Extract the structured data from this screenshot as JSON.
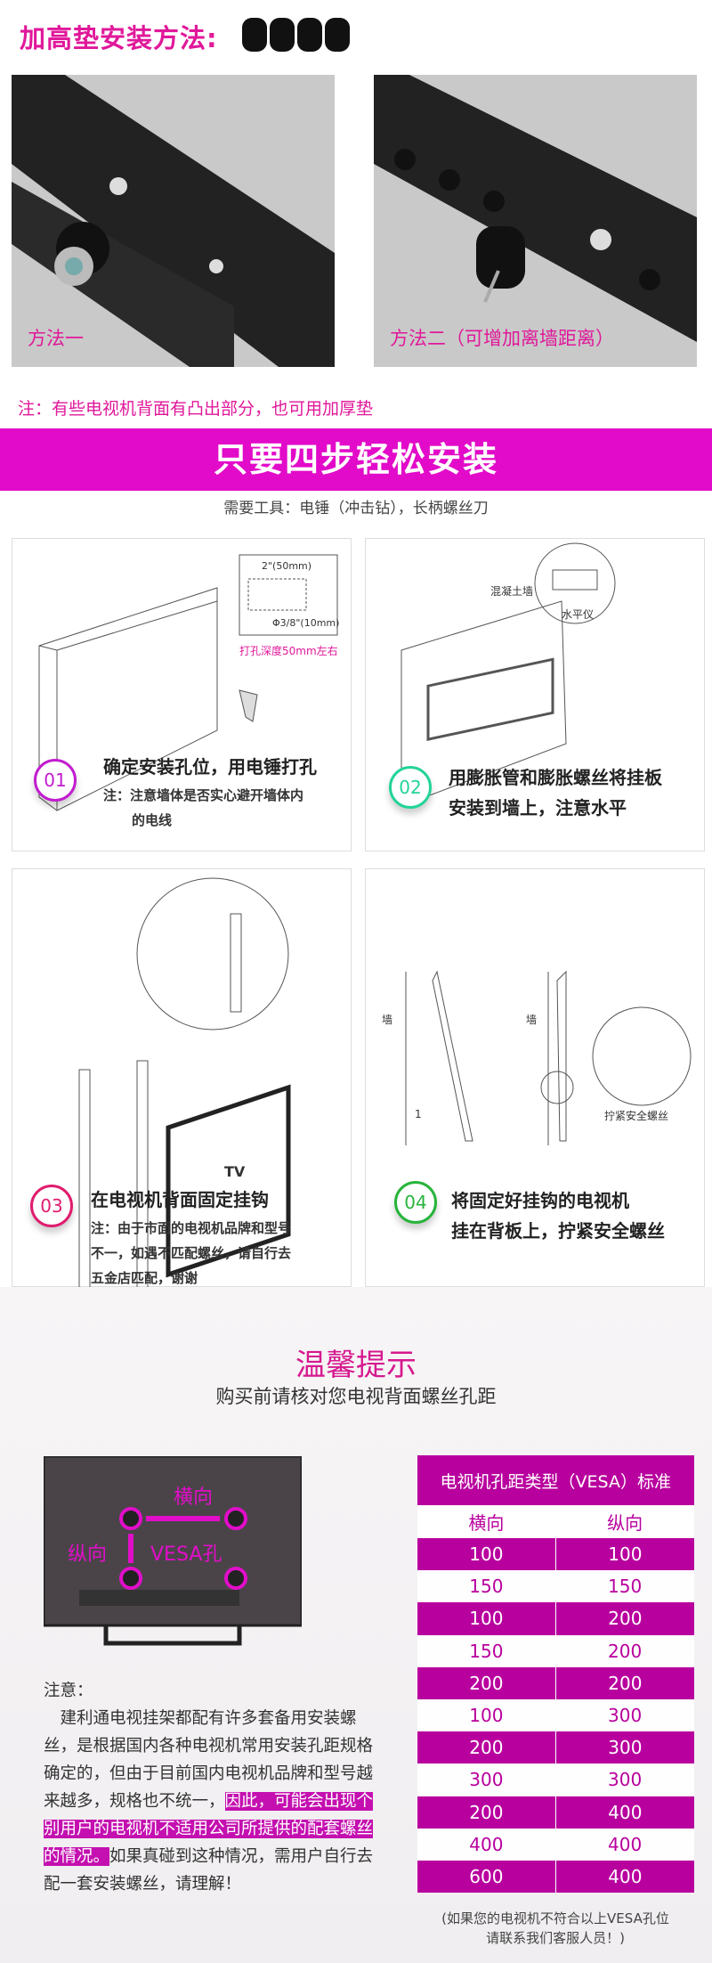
{
  "header": {
    "title": "加高垫安装方法:"
  },
  "photos": [
    {
      "label": "方法一"
    },
    {
      "label": "方法二（可增加离墙距离）"
    }
  ],
  "note": "注：有些电视机背面有凸出部分，也可用加厚垫",
  "banner": "只要四步轻松安装",
  "tools": "需要工具：电锤（冲击钻），长柄螺丝刀",
  "steps": [
    {
      "num": "01",
      "title": "确定安装孔位，用电锤打孔",
      "note": [
        "注：注意墙体是否实心避开墙体内",
        "的电线"
      ],
      "diagram": {
        "depth": "2\"(50mm)",
        "dia": "Φ3/8\"(10mm)",
        "callout": "打孔深度50mm左右"
      },
      "color": "#c21ccf"
    },
    {
      "num": "02",
      "title": [
        "用膨胀管和膨胀螺丝将挂板",
        "安装到墙上，注意水平"
      ],
      "diagram": {
        "wall": "混凝土墙",
        "level": "水平仪"
      },
      "color": "#23d39a"
    },
    {
      "num": "03",
      "title": "在电视机背面固定挂钩",
      "note": [
        "注：由于市面的电视机品牌和型号",
        "不一，如遇不匹配螺丝，请自行去",
        "五金店匹配，谢谢"
      ],
      "diagram": {
        "tv": "TV"
      },
      "color": "#e01c6e"
    },
    {
      "num": "04",
      "title": [
        "将固定好挂钩的电视机",
        "挂在背板上，拧紧安全螺丝"
      ],
      "diagram": {
        "wall1": "墙",
        "wall2": "墙",
        "step": "1",
        "tighten": "拧紧安全螺丝"
      },
      "color": "#27b43a"
    }
  ],
  "tips": {
    "title": "温馨提示",
    "subtitle": "购买前请核对您电视背面螺丝孔距",
    "tv_labels": {
      "h": "横向",
      "v": "纵向",
      "vesa": "VESA孔"
    },
    "table": {
      "title": "电视机孔距类型（VESA）标准",
      "cols": [
        "横向",
        "纵向"
      ],
      "rows": [
        [
          "100",
          "100"
        ],
        [
          "150",
          "150"
        ],
        [
          "100",
          "200"
        ],
        [
          "150",
          "200"
        ],
        [
          "200",
          "200"
        ],
        [
          "100",
          "300"
        ],
        [
          "200",
          "300"
        ],
        [
          "300",
          "300"
        ],
        [
          "200",
          "400"
        ],
        [
          "400",
          "400"
        ],
        [
          "600",
          "400"
        ]
      ]
    },
    "footnote": [
      "(如果您的电视机不符合以上VESA孔位",
      "请联系我们客服人员！)"
    ],
    "notice_label": "注意：",
    "notice_parts": [
      "　建利通电视挂架都配有许多套备用安装螺丝，是根据国内各种电视机常用安装孔距规格确定的，但由于目前国内电视机品牌和型号越来越多，规格也不统一，",
      "因此，可能会出现个别用户的电视机不适用公司所提供的配套螺丝的情况。",
      "如果真碰到这种情况，需用户自行去配一套安装螺丝，请理解！"
    ]
  },
  "colors": {
    "accent": "#e20bc9",
    "table": "#b8009e",
    "pinkText": "#e0189a"
  }
}
